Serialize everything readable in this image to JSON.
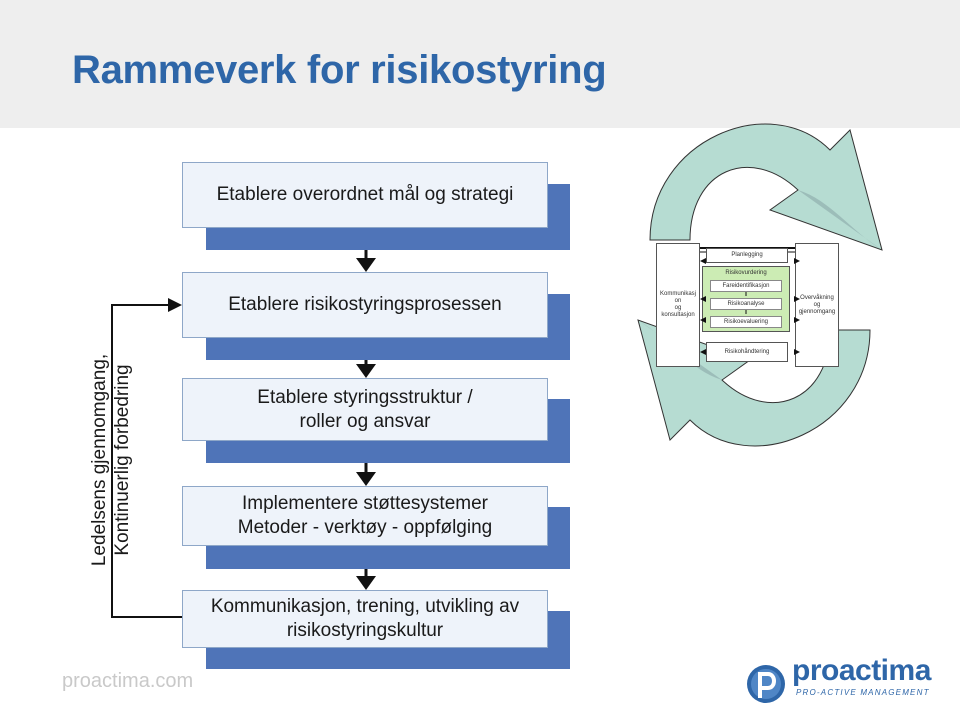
{
  "title": "Rammeverk for risikostyring",
  "steps": [
    {
      "label": "Etablere overordnet mål og strategi"
    },
    {
      "label": "Etablere risikostyringsprosessen"
    },
    {
      "label": "Etablere styringsstruktur /\nroller og ansvar"
    },
    {
      "label": "Implementere støttesystemer\nMetoder - verktøy - oppfølging"
    },
    {
      "label": "Kommunikasjon, trening, utvikling av\nrisikostyringskultur"
    }
  ],
  "side_label": {
    "line1": "Ledelsens gjennomgang,",
    "line2": "Kontinuerlig forbedring"
  },
  "process": {
    "planning": "Planlegging",
    "risk_assessment": "Risikovurdering",
    "hazard_identification": "Fareidentifikasjon",
    "risk_analysis": "Risikoanalyse",
    "risk_evaluation": "Risikoevaluering",
    "risk_treatment": "Risikohåndtering",
    "communication": "Kommunikasj\non\nog\nkonsultasjon",
    "monitoring": "Overvåkning\nog\ngjennomgang"
  },
  "footer": {
    "site": "proactima.com",
    "logo_name": "proactima",
    "logo_tagline": "PRO-ACTIVE MANAGEMENT"
  },
  "colors": {
    "title": "#2e66a8",
    "step_shadow": "#4f74b8",
    "step_fill": "#eef3fa",
    "arrow_green": "#b6dcd2",
    "arrow_gray": "#8aa8a8",
    "process_green": "#ccecb4"
  }
}
